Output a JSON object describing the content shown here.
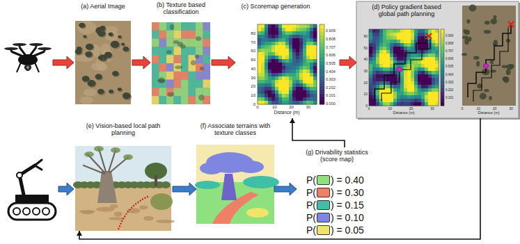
{
  "diagram": {
    "nodes": [
      {
        "text": [
          "(a) Aerial Image"
        ]
      },
      {
        "text": [
          "(b) Texture based classification"
        ]
      },
      {
        "text": [
          "(c) Scoremap generation"
        ]
      },
      {
        "text": [
          "(d) Policy gradient based global path planning"
        ]
      },
      {
        "text": [
          "(e) Vision-based local path planning"
        ]
      },
      {
        "text": [
          "(f) Associate terrains with texture classes"
        ]
      },
      {
        "text": [
          "(g) Drivability statistics (score map)"
        ]
      }
    ],
    "edges": [
      {
        "from": 0,
        "to": 1,
        "arrow": "to"
      },
      {
        "from": 1,
        "to": 2,
        "arrow": "to"
      },
      {
        "from": 2,
        "to": 3,
        "arrow": "to"
      },
      {
        "from": 4,
        "to": 5,
        "arrow": "to"
      },
      {
        "from": 5,
        "to": 6,
        "arrow": "to"
      },
      {
        "from": 6,
        "to": 2,
        "arrow": "to"
      },
      {
        "from": 3,
        "to": 4,
        "arrow": "to"
      }
    ],
    "labels": [
      "80",
      "70",
      "60",
      "50",
      "40",
      "30",
      "20",
      "10",
      "0",
      "0",
      "10",
      "20",
      "30",
      "Distance (m)",
      "0.909",
      "0.808",
      "0.707",
      "0.606",
      "0.505",
      "0.404",
      "0.303",
      "0.202",
      "0.101",
      "0.000",
      "60",
      "50",
      "40",
      "30",
      "20",
      "10",
      "0",
      "0",
      "10",
      "20",
      "30",
      "Distance (m)",
      "0",
      "10",
      "20",
      "30",
      "Distance (m)",
      "0.909",
      "0.808",
      "0.707",
      "0.606",
      "0.505",
      "0.404",
      "0.303",
      "0.202",
      "0.101",
      "P(",
      "P(",
      "P(",
      "P(",
      "P("
    ],
    "legend": [
      {
        "text": ") = 0.40",
        "color": "#8fe07f"
      },
      {
        "text": ") = 0.30",
        "color": "#f07f68"
      },
      {
        "text": ") = 0.15",
        "color": "#3fbfa6"
      },
      {
        "text": ") = 0.10",
        "color": "#7f86e2"
      },
      {
        "text": ") = 0.05",
        "color": "#f1e46b"
      }
    ]
  }
}
